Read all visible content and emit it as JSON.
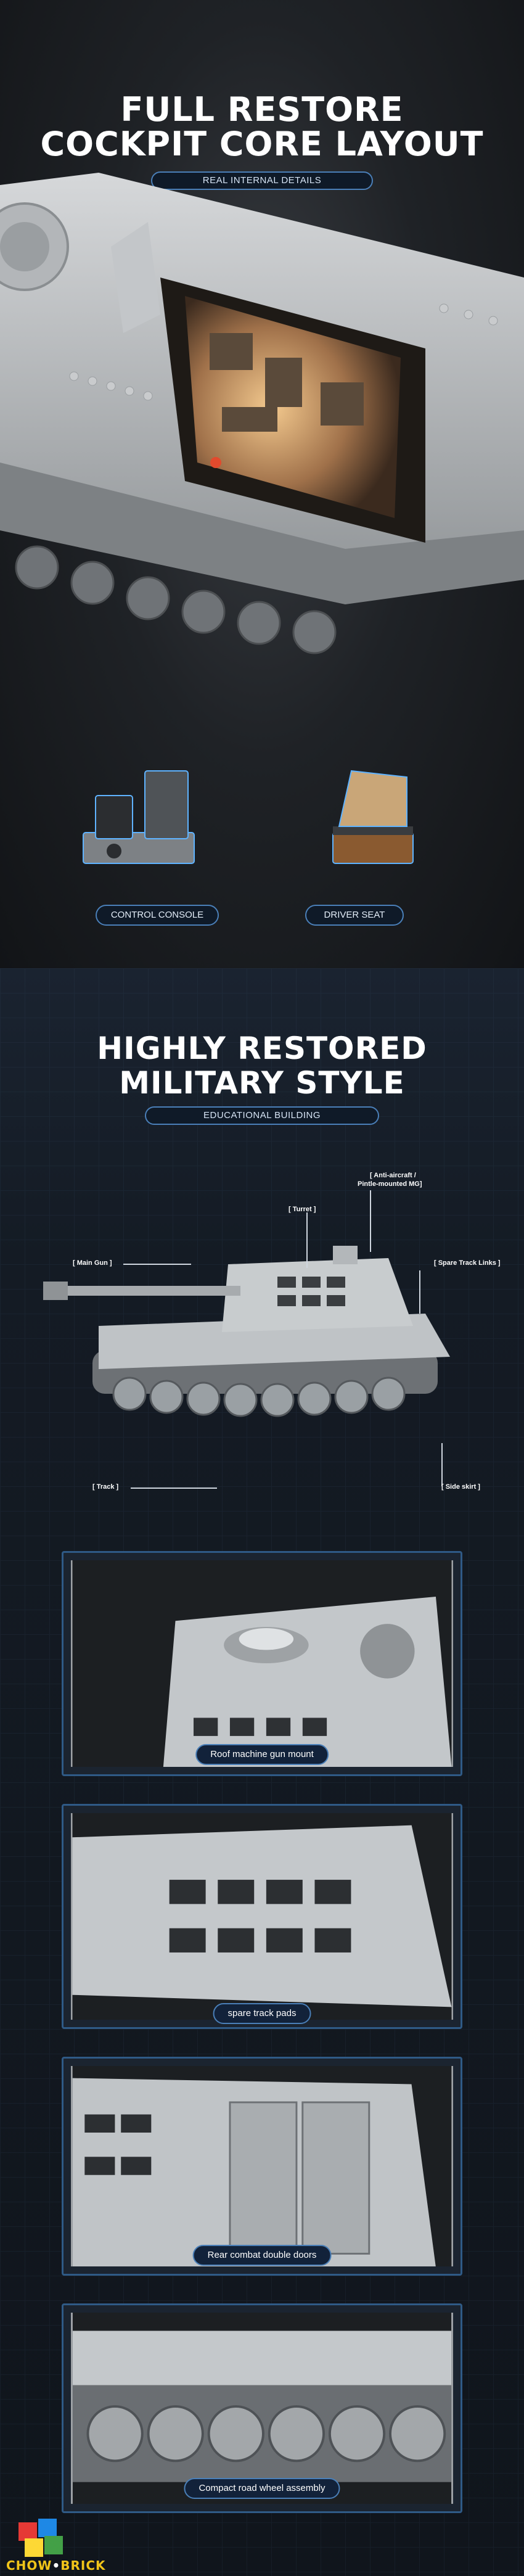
{
  "section_cockpit": {
    "title_line1": "FULL RESTORE",
    "title_line2": "COCKPIT CORE LAYOUT",
    "subtitle": "REAL INTERNAL DETAILS",
    "parts": [
      {
        "label": "CONTROL CONSOLE",
        "icon": "control-console-icon"
      },
      {
        "label": "DRIVER SEAT",
        "icon": "driver-seat-icon"
      }
    ]
  },
  "section_military": {
    "title_line1": "HIGHLY RESTORED",
    "title_line2": "MILITARY STYLE",
    "subtitle": "EDUCATIONAL BUILDING",
    "callouts": {
      "turret": "[ Turret ]",
      "aa_line1": "[ Anti-aircraft /",
      "aa_line2": "Pintle-mounted MG]",
      "main_gun": "[ Main Gun ]",
      "spare_track": "[ Spare Track Links ]",
      "track": "[ Track ]",
      "side_skirt": "[ Side skirt ]"
    }
  },
  "details": [
    {
      "caption": "Roof machine gun mount"
    },
    {
      "caption": "spare track pads"
    },
    {
      "caption": "Rear combat double doors"
    },
    {
      "caption": "Compact road wheel assembly"
    }
  ],
  "brand": {
    "part1": "CHOW",
    "separator": "•",
    "part2": "BRICK"
  },
  "colors": {
    "accent": "#4a7fb8",
    "frame": "#2f5a86",
    "brick_grey": "#b9bcbf",
    "interior_warm": "#e0a868"
  }
}
